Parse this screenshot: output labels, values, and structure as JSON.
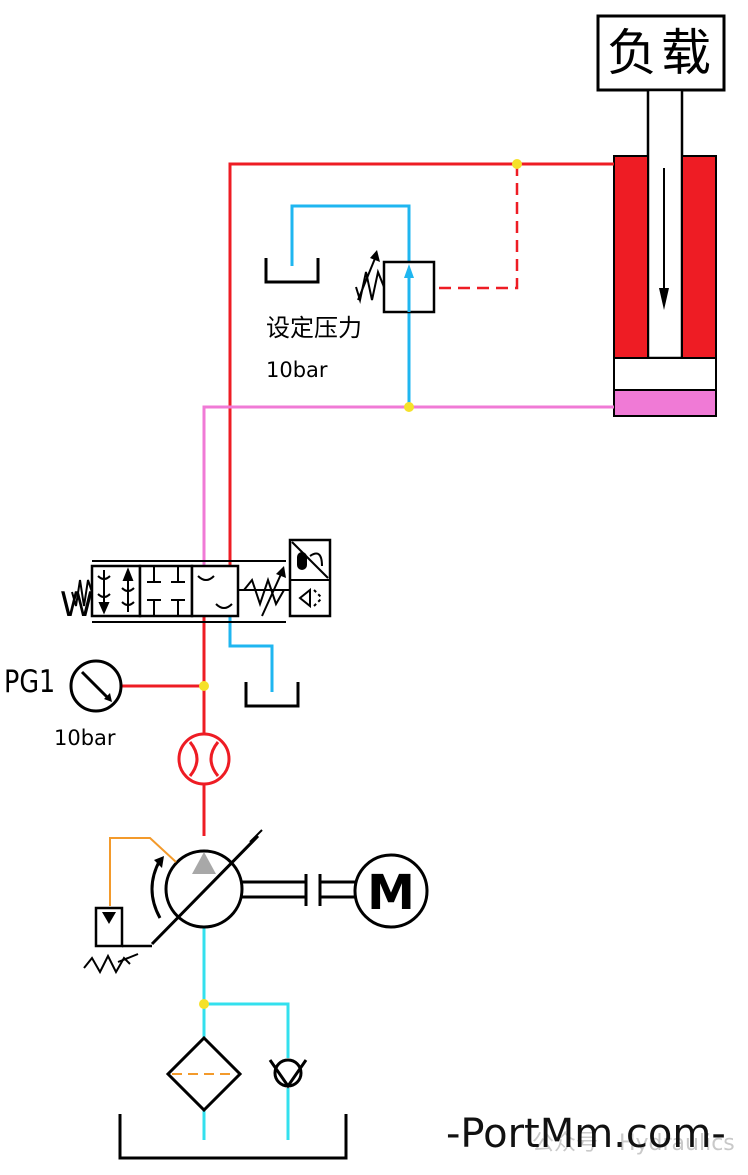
{
  "labels": {
    "load": "负载",
    "set_pressure": "设定压力",
    "relief_pressure": "10bar",
    "gauge_tag": "PG1",
    "gauge_pressure": "10bar",
    "motor": "M",
    "spring_symbol": "W"
  },
  "watermark": {
    "faint": "公众号 · Hydraulics",
    "main": "-PortMm.com-"
  },
  "colors": {
    "pressure_line": "#ee1c24",
    "return_line": "#1fb6f0",
    "suction_line": "#33e0ee",
    "rod_side_line": "#f07ad6",
    "pilot_line": "#ee1c24",
    "junction_dot": "#f5e12a",
    "control_line": "#f39a2b",
    "outline": "#000000"
  },
  "icons": [
    "load-box",
    "hydraulic-cylinder",
    "relief-valve",
    "tank-symbol",
    "directional-control-valve",
    "pressure-gauge",
    "flow-meter",
    "variable-displacement-pump",
    "electric-motor",
    "coupling",
    "filter",
    "check-valve",
    "reservoir"
  ]
}
